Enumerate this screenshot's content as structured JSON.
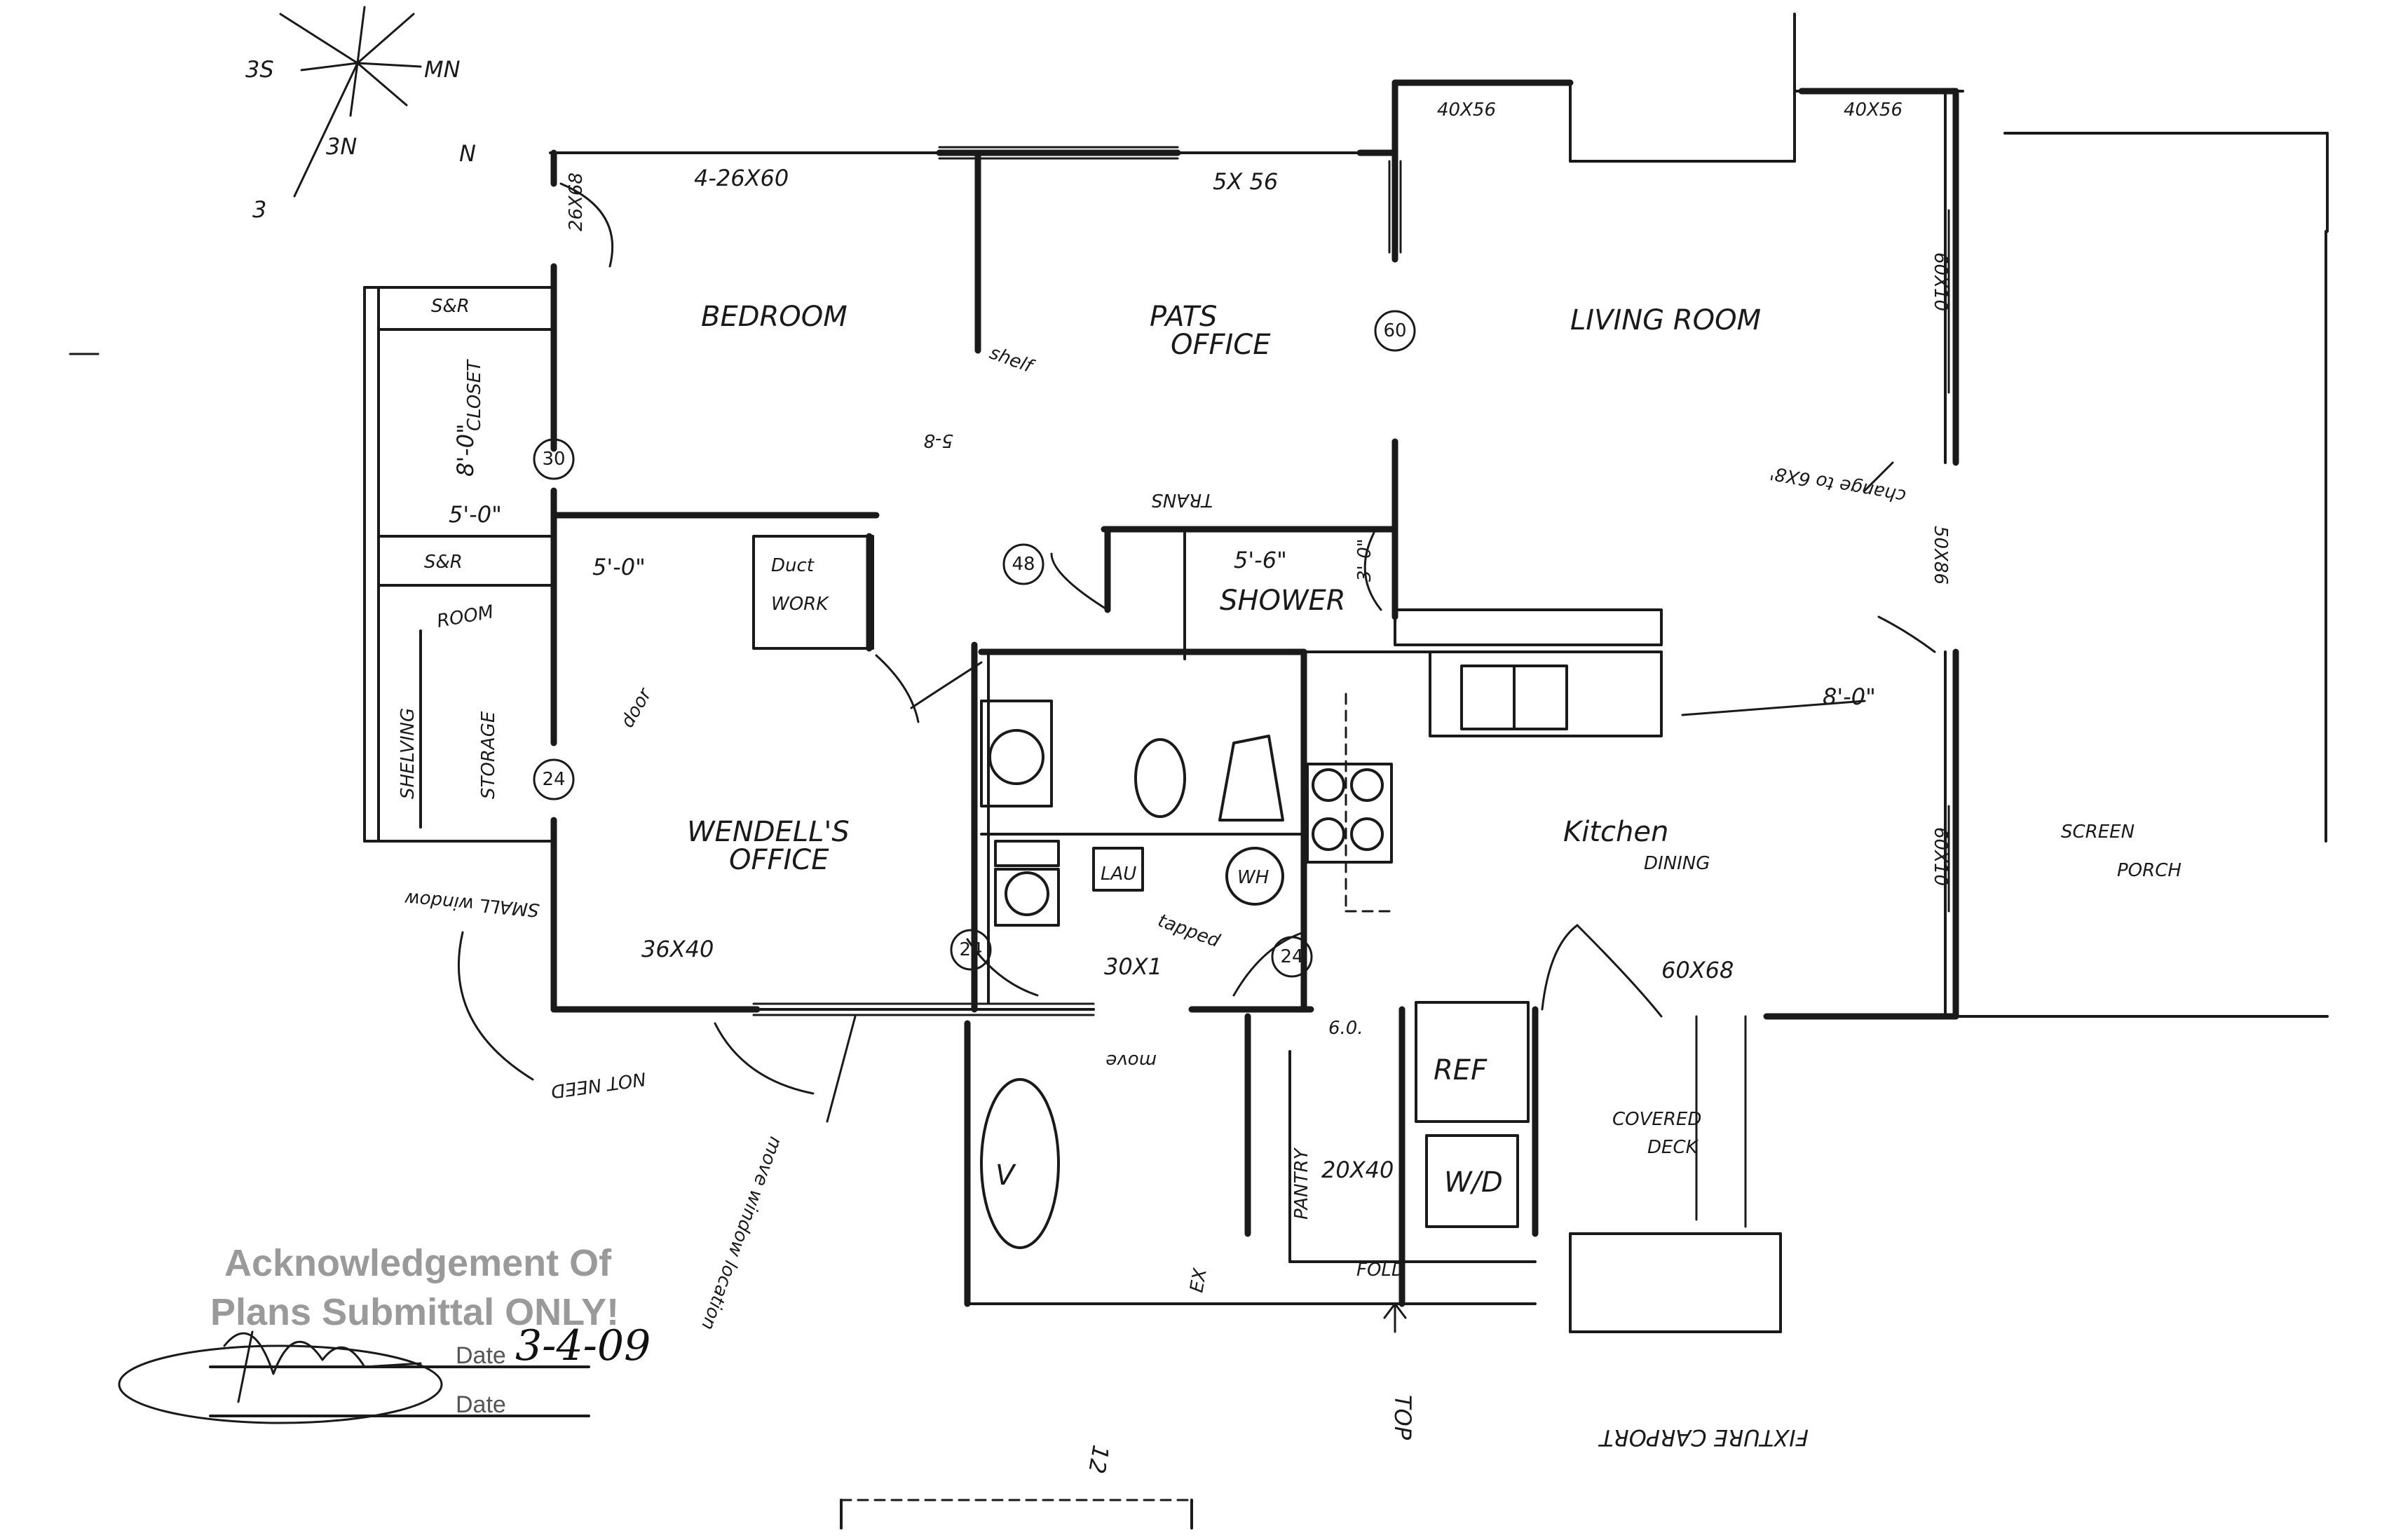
{
  "compass": {
    "a": "3S",
    "b": "MN",
    "c": "3N",
    "d": "N",
    "e": "3"
  },
  "rooms": {
    "bedroom": "BEDROOM",
    "pats": "PATS",
    "office": "OFFICE",
    "living_room": "LIVING ROOM",
    "closet": "CLOSET",
    "duct_work_1": "Duct",
    "duct_work_2": "WORK",
    "shower": "SHOWER",
    "shelving": "SHELVING",
    "storage": "STORAGE",
    "wendells": "WENDELL'S",
    "wendells_office": "OFFICE",
    "kitchen": "Kitchen",
    "dining": "DINING",
    "screen": "SCREEN",
    "porch": "PORCH",
    "covered": "COVERED",
    "deck": "DECK",
    "pantry": "PANTRY",
    "ref": "REF",
    "wd": "W/D",
    "fold": "FOLD",
    "lau": "LAU",
    "wh": "WH",
    "sr_top": "S&R",
    "sr_bottom": "S&R"
  },
  "dimensions": {
    "d_4_26x60": "4-26X60",
    "d_5x56": "5X 56",
    "d_40x56_a": "40X56",
    "d_40x56_b": "40X56",
    "d_26x68": "26X68",
    "d_8_0": "8'-0\"",
    "d_5_0": "5'-0\"",
    "d_5_0_b": "5'-0\"",
    "d_5_6": "5'-6\"",
    "d_3_0": "3'-0\"",
    "d_8_0_kitchen": "8'-0\"",
    "d_36x40": "36X40",
    "d_30x1": "30X1",
    "d_60x68": "60X68",
    "d_20x40": "20X40",
    "d_60x10_a": "60X10",
    "d_60x10_b": "60X10",
    "d_50x86": "50X86",
    "d_5_8": "5-8",
    "d_6_0": "6.0.",
    "d_12": "12",
    "d_ex": "EX"
  },
  "door_numbers": {
    "n30": "30",
    "n24a": "24",
    "n48": "48",
    "n60": "60",
    "n24b": "24",
    "n24c": "24"
  },
  "notes": {
    "change_to": "change to 6X8'",
    "small_window": "SMALL window",
    "not_need": "NOT NEED",
    "move_window": "move window location",
    "top": "TOP",
    "fixture_carport": "FIXTURE CARPORT",
    "shelf": "shelf",
    "trans": "TRANS",
    "move": "move",
    "tapped": "tapped",
    "room": "ROOM",
    "door": "door",
    "v": "V"
  },
  "stamp": {
    "line1": "Acknowledgement Of",
    "line2": "Plans Submittal ONLY!",
    "date_label_1": "Date",
    "date_value": "3-4-09",
    "date_label_2": "Date"
  }
}
